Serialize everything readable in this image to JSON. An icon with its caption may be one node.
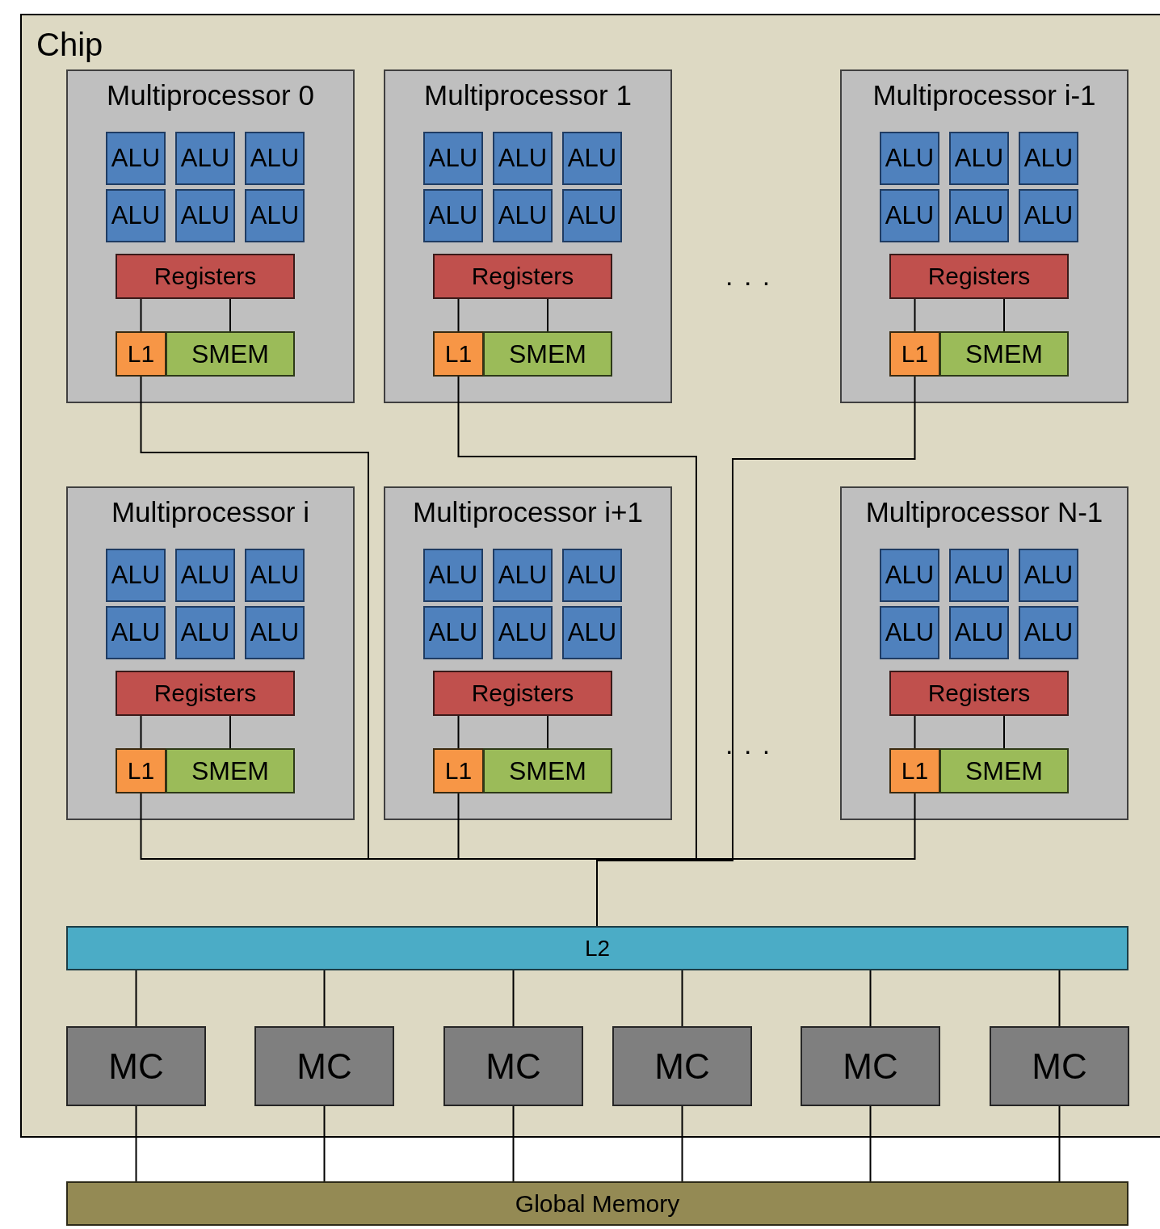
{
  "diagram": {
    "nodes": [
      {
        "text": [
          "Chip"
        ]
      },
      {
        "text": [
          "Multiprocessor 0"
        ],
        "in": 0
      },
      {
        "text": [
          "ALU"
        ],
        "in": 1
      },
      {
        "text": [
          "ALU"
        ],
        "in": 1
      },
      {
        "text": [
          "ALU"
        ],
        "in": 1
      },
      {
        "text": [
          "ALU"
        ],
        "in": 1
      },
      {
        "text": [
          "ALU"
        ],
        "in": 1
      },
      {
        "text": [
          "ALU"
        ],
        "in": 1
      },
      {
        "text": [
          "Registers"
        ],
        "in": 1
      },
      {
        "text": [
          "L1"
        ],
        "in": 1
      },
      {
        "text": [
          "SMEM"
        ],
        "in": 1
      },
      {
        "text": [
          "Multiprocessor 1"
        ],
        "in": 0
      },
      {
        "text": [
          "ALU"
        ],
        "in": 11
      },
      {
        "text": [
          "ALU"
        ],
        "in": 11
      },
      {
        "text": [
          "ALU"
        ],
        "in": 11
      },
      {
        "text": [
          "ALU"
        ],
        "in": 11
      },
      {
        "text": [
          "ALU"
        ],
        "in": 11
      },
      {
        "text": [
          "ALU"
        ],
        "in": 11
      },
      {
        "text": [
          "Registers"
        ],
        "in": 11
      },
      {
        "text": [
          "L1"
        ],
        "in": 11
      },
      {
        "text": [
          "SMEM"
        ],
        "in": 11
      },
      {
        "text": [
          "Multiprocessor i-1"
        ],
        "in": 0
      },
      {
        "text": [
          "ALU"
        ],
        "in": 21
      },
      {
        "text": [
          "ALU"
        ],
        "in": 21
      },
      {
        "text": [
          "ALU"
        ],
        "in": 21
      },
      {
        "text": [
          "ALU"
        ],
        "in": 21
      },
      {
        "text": [
          "ALU"
        ],
        "in": 21
      },
      {
        "text": [
          "ALU"
        ],
        "in": 21
      },
      {
        "text": [
          "Registers"
        ],
        "in": 21
      },
      {
        "text": [
          "L1"
        ],
        "in": 21
      },
      {
        "text": [
          "SMEM"
        ],
        "in": 21
      },
      {
        "text": [
          "Multiprocessor i"
        ],
        "in": 0
      },
      {
        "text": [
          "ALU"
        ],
        "in": 31
      },
      {
        "text": [
          "ALU"
        ],
        "in": 31
      },
      {
        "text": [
          "ALU"
        ],
        "in": 31
      },
      {
        "text": [
          "ALU"
        ],
        "in": 31
      },
      {
        "text": [
          "ALU"
        ],
        "in": 31
      },
      {
        "text": [
          "ALU"
        ],
        "in": 31
      },
      {
        "text": [
          "Registers"
        ],
        "in": 31
      },
      {
        "text": [
          "L1"
        ],
        "in": 31
      },
      {
        "text": [
          "SMEM"
        ],
        "in": 31
      },
      {
        "text": [
          "Multiprocessor i+1"
        ],
        "in": 0
      },
      {
        "text": [
          "ALU"
        ],
        "in": 41
      },
      {
        "text": [
          "ALU"
        ],
        "in": 41
      },
      {
        "text": [
          "ALU"
        ],
        "in": 41
      },
      {
        "text": [
          "ALU"
        ],
        "in": 41
      },
      {
        "text": [
          "ALU"
        ],
        "in": 41
      },
      {
        "text": [
          "ALU"
        ],
        "in": 41
      },
      {
        "text": [
          "Registers"
        ],
        "in": 41
      },
      {
        "text": [
          "L1"
        ],
        "in": 41
      },
      {
        "text": [
          "SMEM"
        ],
        "in": 41
      },
      {
        "text": [
          "Multiprocessor N-1"
        ],
        "in": 0
      },
      {
        "text": [
          "ALU"
        ],
        "in": 51
      },
      {
        "text": [
          "ALU"
        ],
        "in": 51
      },
      {
        "text": [
          "ALU"
        ],
        "in": 51
      },
      {
        "text": [
          "ALU"
        ],
        "in": 51
      },
      {
        "text": [
          "ALU"
        ],
        "in": 51
      },
      {
        "text": [
          "ALU"
        ],
        "in": 51
      },
      {
        "text": [
          "Registers"
        ],
        "in": 51
      },
      {
        "text": [
          "L1"
        ],
        "in": 51
      },
      {
        "text": [
          "SMEM"
        ],
        "in": 51
      },
      {
        "text": [
          "L2"
        ],
        "in": 0
      },
      {
        "text": [
          "MC"
        ],
        "in": 0
      },
      {
        "text": [
          "MC"
        ],
        "in": 0
      },
      {
        "text": [
          "MC"
        ],
        "in": 0
      },
      {
        "text": [
          "MC"
        ],
        "in": 0
      },
      {
        "text": [
          "MC"
        ],
        "in": 0
      },
      {
        "text": [
          "MC"
        ],
        "in": 0
      },
      {
        "text": [
          "Global Memory"
        ]
      }
    ],
    "edges": [
      {
        "from": 8,
        "to": 9,
        "arrow": "none"
      },
      {
        "from": 8,
        "to": 10,
        "arrow": "none"
      },
      {
        "from": 18,
        "to": 19,
        "arrow": "none"
      },
      {
        "from": 18,
        "to": 20,
        "arrow": "none"
      },
      {
        "from": 28,
        "to": 29,
        "arrow": "none"
      },
      {
        "from": 28,
        "to": 30,
        "arrow": "none"
      },
      {
        "from": 38,
        "to": 39,
        "arrow": "none"
      },
      {
        "from": 38,
        "to": 40,
        "arrow": "none"
      },
      {
        "from": 48,
        "to": 49,
        "arrow": "none"
      },
      {
        "from": 48,
        "to": 50,
        "arrow": "none"
      },
      {
        "from": 58,
        "to": 59,
        "arrow": "none"
      },
      {
        "from": 58,
        "to": 60,
        "arrow": "none"
      },
      {
        "from": 9,
        "to": 61,
        "arrow": "none"
      },
      {
        "from": 19,
        "to": 61,
        "arrow": "none"
      },
      {
        "from": 29,
        "to": 61,
        "arrow": "none"
      },
      {
        "from": 39,
        "to": 61,
        "arrow": "none"
      },
      {
        "from": 49,
        "to": 61,
        "arrow": "none"
      },
      {
        "from": 59,
        "to": 61,
        "arrow": "none"
      },
      {
        "from": 61,
        "to": 62,
        "arrow": "none"
      },
      {
        "from": 61,
        "to": 63,
        "arrow": "none"
      },
      {
        "from": 61,
        "to": 64,
        "arrow": "none"
      },
      {
        "from": 61,
        "to": 65,
        "arrow": "none"
      },
      {
        "from": 61,
        "to": 66,
        "arrow": "none"
      },
      {
        "from": 61,
        "to": 67,
        "arrow": "none"
      },
      {
        "from": 62,
        "to": 68,
        "arrow": "none"
      },
      {
        "from": 63,
        "to": 68,
        "arrow": "none"
      },
      {
        "from": 64,
        "to": 68,
        "arrow": "none"
      },
      {
        "from": 65,
        "to": 68,
        "arrow": "none"
      },
      {
        "from": 66,
        "to": 68,
        "arrow": "none"
      },
      {
        "from": 67,
        "to": 68,
        "arrow": "none"
      }
    ],
    "labels": [
      ". . .",
      ". . ."
    ]
  }
}
